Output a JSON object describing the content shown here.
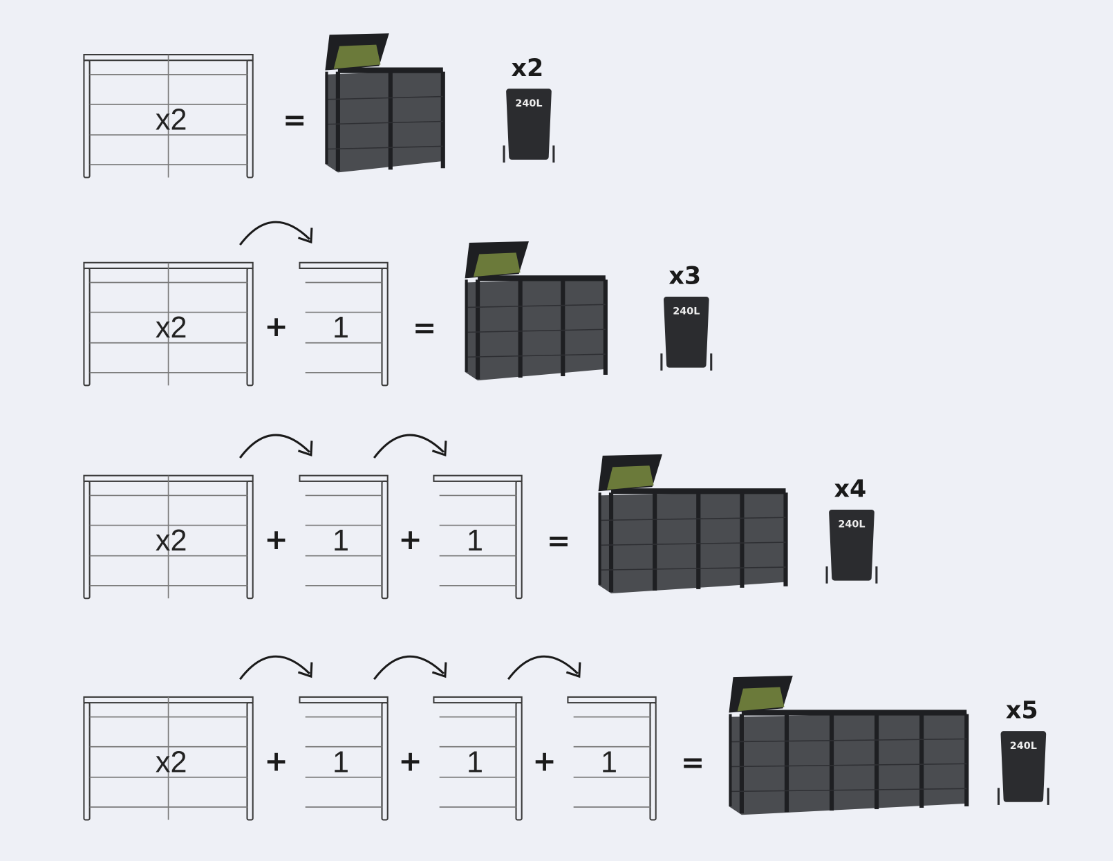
{
  "diagram": {
    "plus_symbol": "+",
    "equals_symbol": "=",
    "bin_capacity_label": "240L",
    "colors": {
      "background": "#eef0f6",
      "enclosure": "#4a4c50",
      "enclosure_frame": "#1e1f22",
      "bin": "#2b2c2f",
      "bin_lid": "#6b7a3a"
    },
    "rows": [
      {
        "base_label": "x2",
        "extensions": [],
        "bin_count": "x2",
        "modules": 2
      },
      {
        "base_label": "x2",
        "extensions": [
          "1"
        ],
        "bin_count": "x3",
        "modules": 3
      },
      {
        "base_label": "x2",
        "extensions": [
          "1",
          "1"
        ],
        "bin_count": "x4",
        "modules": 4
      },
      {
        "base_label": "x2",
        "extensions": [
          "1",
          "1",
          "1"
        ],
        "bin_count": "x5",
        "modules": 5
      }
    ]
  }
}
